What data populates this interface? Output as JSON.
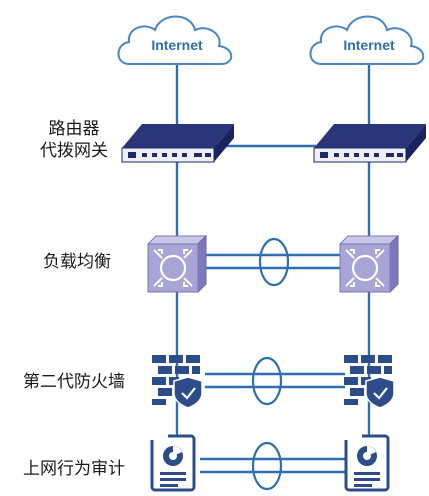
{
  "internet_label": "Internet",
  "rows": {
    "router": {
      "line1": "路由器",
      "line2": "代拨网关"
    },
    "load_balancer": "负载均衡",
    "firewall": "第二代防火墙",
    "audit": "上网行为审计"
  },
  "colors": {
    "link": "#2f6fb0",
    "cloud_stroke": "#4a86c5",
    "device_dark": "#1f2a6b",
    "lb_face": "#a9a4d6",
    "device_blue": "#2c4d8a"
  }
}
